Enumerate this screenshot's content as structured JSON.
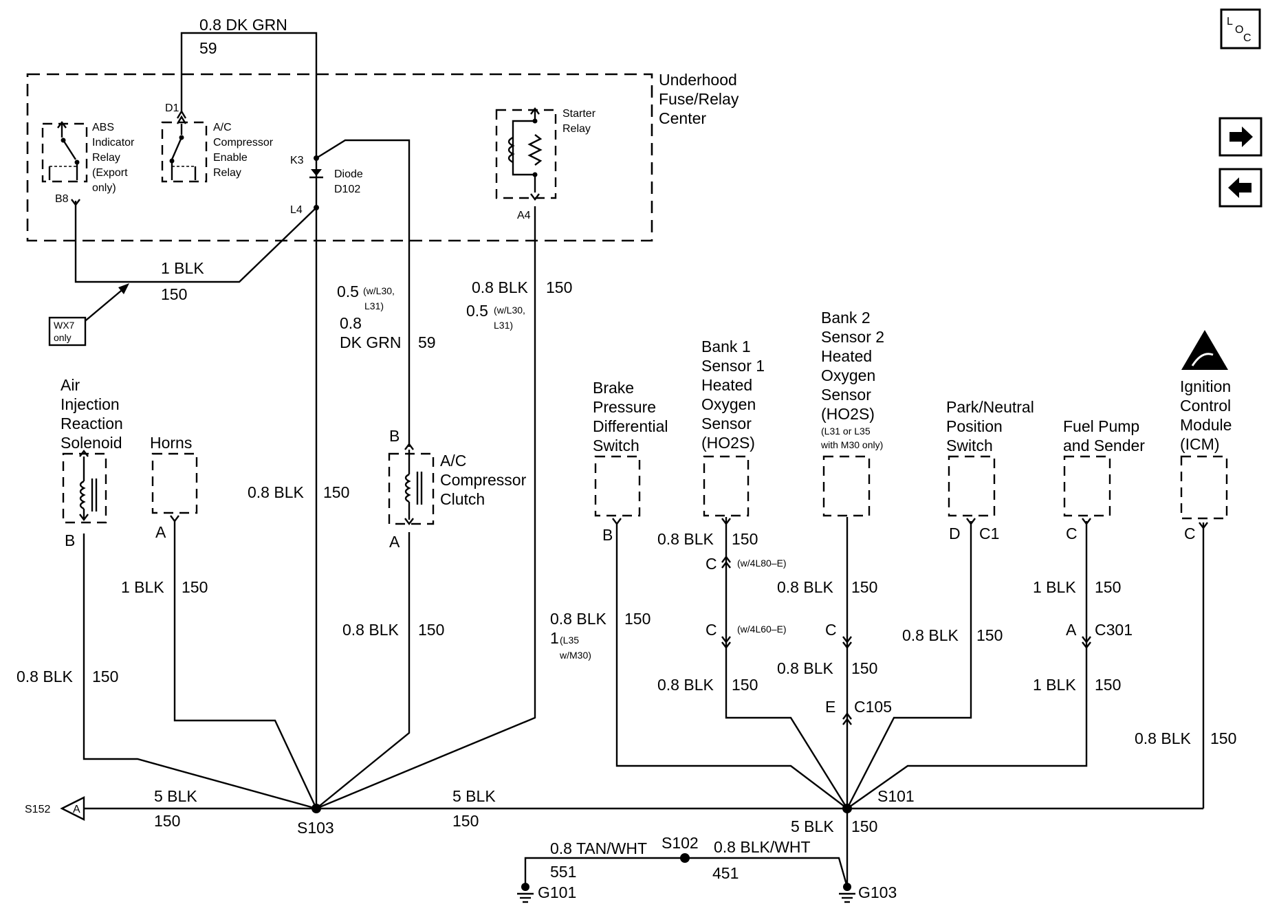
{
  "top_wire": {
    "label": "0.8 DK GRN",
    "circuit": "59"
  },
  "fuse_center": {
    "title_lines": [
      "Underhood",
      "Fuse/Relay",
      "Center"
    ]
  },
  "abs_relay": {
    "lines": [
      "ABS",
      "Indicator",
      "Relay",
      "(Export",
      "only)"
    ],
    "pin": "B8"
  },
  "ac_enable_relay": {
    "lines": [
      "A/C",
      "Compressor",
      "Enable",
      "Relay"
    ],
    "pin": "D1"
  },
  "diode": {
    "lines": [
      "Diode",
      "D102"
    ],
    "pin_top": "K3",
    "pin_bottom": "L4"
  },
  "starter_relay": {
    "lines": [
      "Starter",
      "Relay"
    ],
    "pin": "A4"
  },
  "wire_abs": {
    "label": "1 BLK",
    "circuit": "150"
  },
  "wx7": {
    "lines": [
      "WX7",
      "only"
    ]
  },
  "wire_ac_clutch": {
    "gauge_1": "0.5",
    "note_1a": "(w/L30,",
    "note_1b": "L31)",
    "gauge_2": "0.8",
    "color_2": "DK GRN",
    "circuit": "59"
  },
  "wire_starter": {
    "label": "0.8 BLK",
    "circuit": "150",
    "gauge_2": "0.5",
    "note_2a": "(w/L30,",
    "note_2b": "L31)"
  },
  "air_injection": {
    "lines": [
      "Air",
      "Injection",
      "Reaction",
      "Solenoid"
    ],
    "pin": "B",
    "wire": "0.8 BLK",
    "circuit": "150"
  },
  "horns": {
    "title": "Horns",
    "pin": "A",
    "wire": "1 BLK",
    "circuit": "150"
  },
  "diode_wire": {
    "label": "0.8 BLK",
    "circuit": "150"
  },
  "ac_clutch": {
    "lines": [
      "A/C",
      "Compressor",
      "Clutch"
    ],
    "pin_top": "B",
    "pin_bottom": "A",
    "wire": "0.8 BLK",
    "circuit": "150"
  },
  "brake_switch": {
    "lines": [
      "Brake",
      "Pressure",
      "Differential",
      "Switch"
    ],
    "pin": "B",
    "wire": "0.8 BLK",
    "circuit": "150",
    "note_1": "1",
    "note_2": "(L35",
    "note_3": "w/M30)"
  },
  "bank1": {
    "lines": [
      "Bank 1",
      "Sensor 1",
      "Heated",
      "Oxygen",
      "Sensor",
      "(HO2S)"
    ],
    "wire_1": "0.8 BLK",
    "circuit_1": "150",
    "conn_1": "C",
    "conn_1_note": "(w/4L80–E)",
    "conn_2": "C",
    "conn_2_note": "(w/4L60–E)",
    "wire_2": "0.8 BLK",
    "circuit_2": "150"
  },
  "bank2": {
    "lines": [
      "Bank 2",
      "Sensor 2",
      "Heated",
      "Oxygen",
      "Sensor",
      "(HO2S)"
    ],
    "note": "(L31 or L35",
    "note_2": "with M30 only)",
    "wire_1": "0.8 BLK",
    "circuit_1": "150",
    "conn_1": "C",
    "wire_2": "0.8 BLK",
    "circuit_2": "150",
    "conn_2": "E",
    "conn_2_id": "C105"
  },
  "park_neutral": {
    "lines": [
      "Park/Neutral",
      "Position",
      "Switch"
    ],
    "pin": "D",
    "conn": "C1",
    "wire": "0.8 BLK",
    "circuit": "150"
  },
  "fuel_pump": {
    "lines": [
      "Fuel Pump",
      "and Sender"
    ],
    "pin": "C",
    "wire_1": "1 BLK",
    "circuit_1": "150",
    "conn": "A",
    "conn_id": "C301",
    "wire_2": "1 BLK",
    "circuit_2": "150"
  },
  "icm": {
    "lines": [
      "Ignition",
      "Control",
      "Module",
      "(ICM)"
    ],
    "pin": "C",
    "wire": "0.8 BLK",
    "circuit": "150"
  },
  "bus": {
    "left_label": "5 BLK",
    "left_circuit": "150",
    "mid_label": "5 BLK",
    "mid_circuit": "150",
    "ref": "S152",
    "ref_letter": "A"
  },
  "splices": {
    "s103": "S103",
    "s101": "S101",
    "s102": "S102"
  },
  "ground_wires": {
    "s101_label": "5 BLK",
    "s101_circuit": "150",
    "tan_label": "0.8 TAN/WHT",
    "tan_circuit": "551",
    "blk_wht_label": "0.8 BLK/WHT",
    "blk_wht_circuit": "451",
    "g101": "G101",
    "g103": "G103"
  },
  "loc": {
    "l": "L",
    "o": "O",
    "c": "C"
  },
  "nav": {
    "next": "next-arrow-icon",
    "prev": "prev-arrow-icon"
  }
}
